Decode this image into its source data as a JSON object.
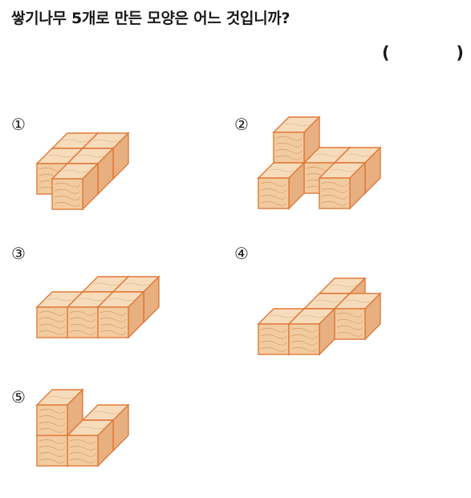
{
  "question": {
    "text": "쌓기나무 5개로 만든 모양은 어느 것입니까?",
    "answer_open": "(",
    "answer_close": ")"
  },
  "choices": [
    {
      "label": "①"
    },
    {
      "label": "②"
    },
    {
      "label": "③"
    },
    {
      "label": "④"
    },
    {
      "label": "⑤"
    }
  ],
  "colors": {
    "front": "#f2cba0",
    "top": "#f7dcbc",
    "side": "#e8b080",
    "edge": "#e0793a",
    "grain": "#c9884f"
  }
}
